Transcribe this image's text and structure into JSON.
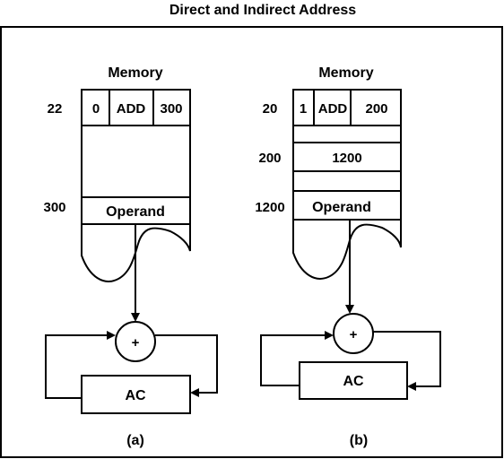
{
  "title": "Direct and Indirect Address",
  "direct": {
    "memory_label": "Memory",
    "instr_address": "22",
    "mode_bit": "0",
    "opcode": "ADD",
    "address_field": "300",
    "operand_address": "300",
    "operand_label": "Operand",
    "adder_symbol": "+",
    "ac_label": "AC",
    "caption": "(a)"
  },
  "indirect": {
    "memory_label": "Memory",
    "instr_address": "20",
    "mode_bit": "1",
    "opcode": "ADD",
    "address_field": "200",
    "pointer_address": "200",
    "pointer_value": "1200",
    "operand_address": "1200",
    "operand_label": "Operand",
    "adder_symbol": "+",
    "ac_label": "AC",
    "caption": "(b)"
  }
}
